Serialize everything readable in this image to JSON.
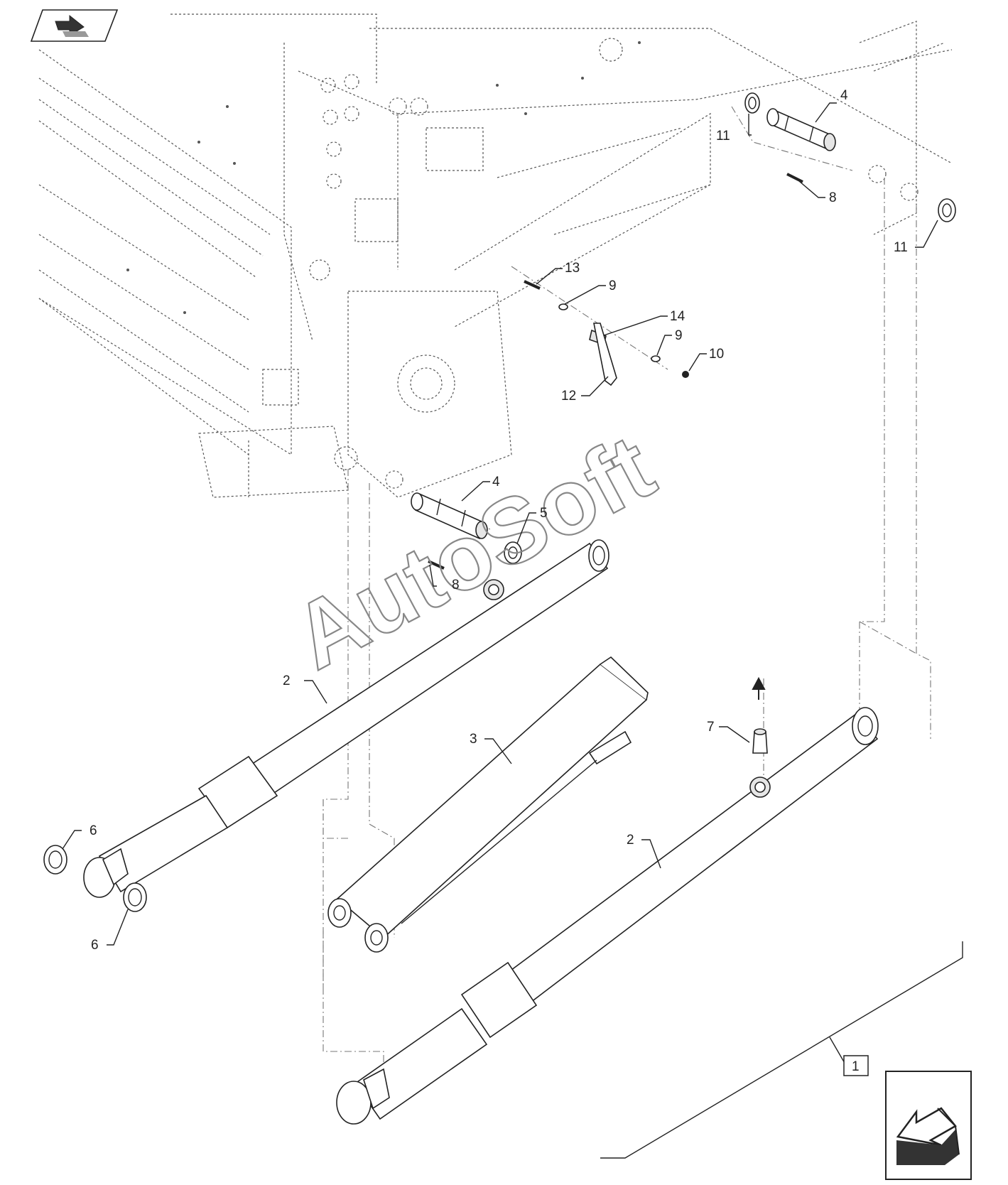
{
  "callouts": {
    "c2a": "2",
    "c2b": "2",
    "c3": "3",
    "c4a": "4",
    "c4b": "4",
    "c5": "5",
    "c6a": "6",
    "c6b": "6",
    "c7": "7",
    "c8a": "8",
    "c8b": "8",
    "c9a": "9",
    "c9b": "9",
    "c10": "10",
    "c11a": "11",
    "c11b": "11",
    "c12": "12",
    "c13": "13",
    "c14": "14"
  },
  "assembly_ref": "1",
  "watermark": "AutoSoft",
  "icons": {
    "top_left": "bookmark-arrow-icon",
    "bottom_right": "next-page-arrow-icon"
  }
}
